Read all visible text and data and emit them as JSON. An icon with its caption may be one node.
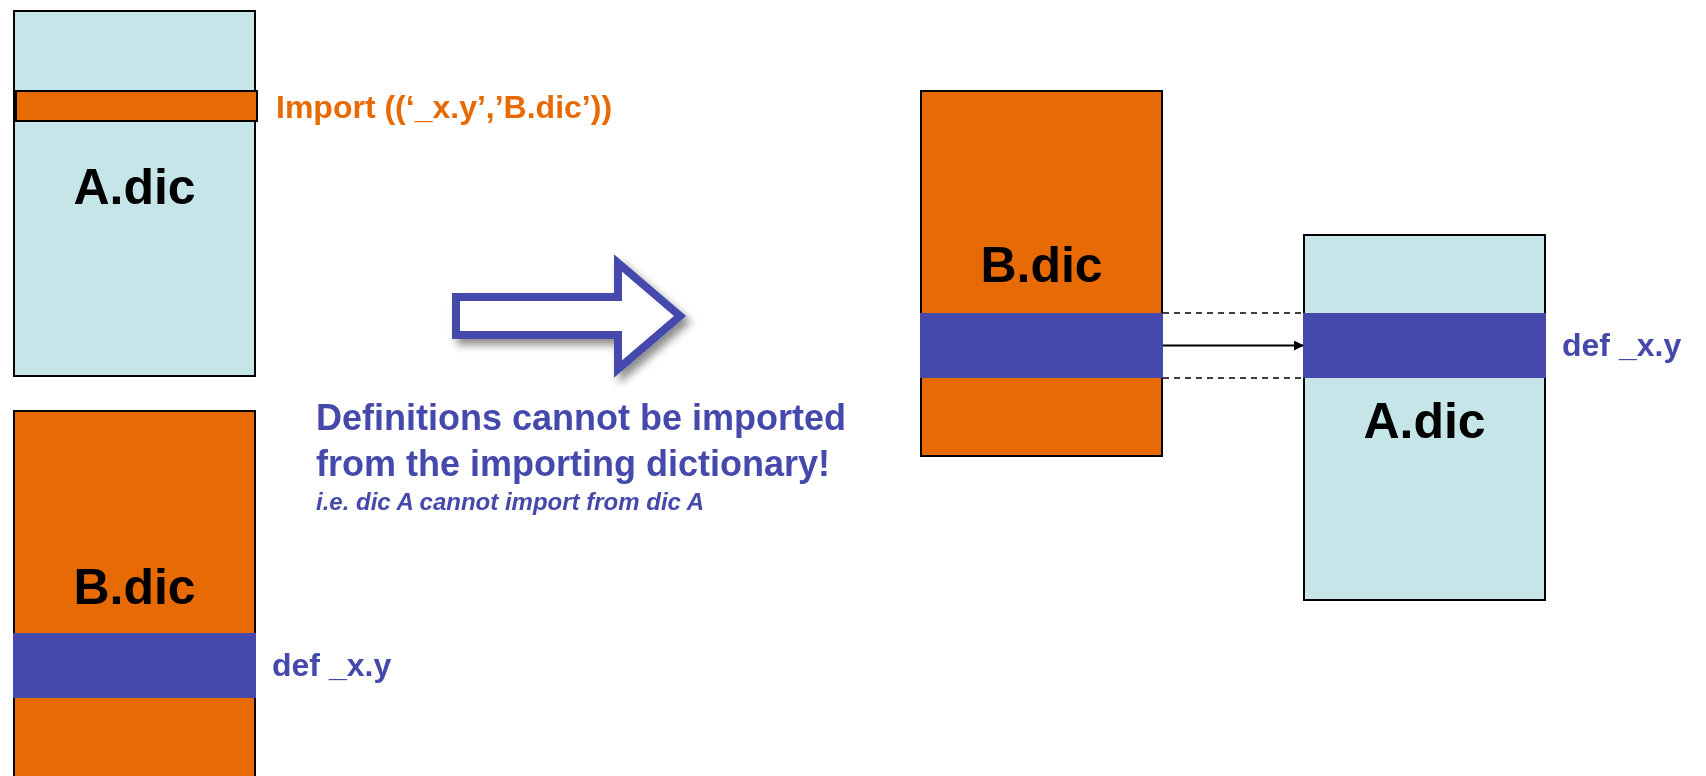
{
  "diagram": {
    "nodes": [
      {
        "text": [
          "A.dic"
        ]
      },
      {
        "text": [],
        "shape": "bar",
        "in": 0,
        "beside": [
          "Import ((‘_x.y’,’B.dic’))"
        ]
      },
      {
        "text": [
          "B.dic"
        ]
      },
      {
        "text": [],
        "shape": "bar",
        "in": 2,
        "beside": [
          "def _x.y"
        ]
      },
      {
        "text": [
          "B.dic"
        ]
      },
      {
        "text": [],
        "shape": "bar",
        "in": 4
      },
      {
        "text": [
          "A.dic"
        ]
      },
      {
        "text": [],
        "shape": "bar",
        "in": 6,
        "beside": [
          "def _x.y"
        ]
      }
    ],
    "edges": [
      {
        "from": 5,
        "to": 7,
        "arrow": "to"
      },
      {
        "from": 5,
        "to": 7,
        "arrow": "none",
        "style": "dashed"
      },
      {
        "from": 5,
        "to": 7,
        "arrow": "none",
        "style": "dashed"
      }
    ],
    "labels": [
      "Definitions cannot be imported from the importing dictionary!",
      "i.e. dic A cannot import from dic A"
    ]
  }
}
